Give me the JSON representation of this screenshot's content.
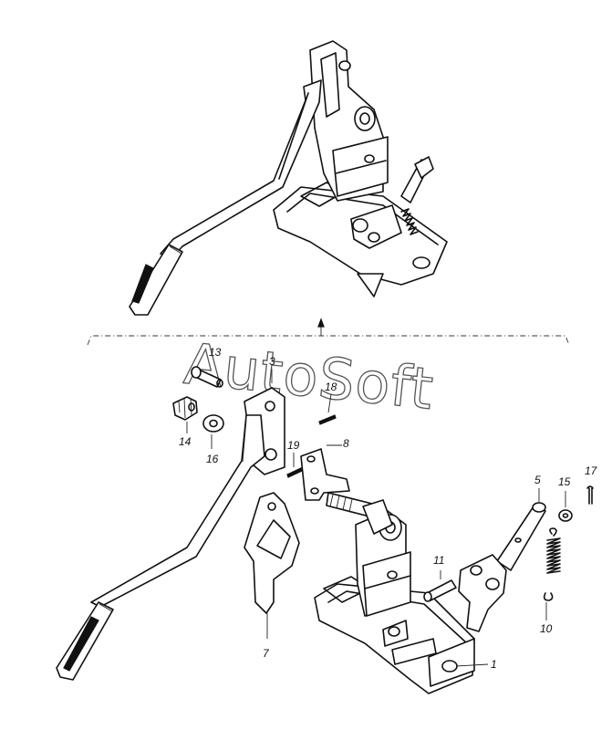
{
  "watermark": "AutoSoft",
  "callouts": {
    "c1": "1",
    "c3": "3",
    "c5": "5",
    "c7": "7",
    "c8": "8",
    "c10": "10",
    "c11": "11",
    "c13": "13",
    "c14": "14",
    "c15": "15",
    "c16": "16",
    "c17": "17",
    "c18": "18",
    "c19": "19"
  }
}
